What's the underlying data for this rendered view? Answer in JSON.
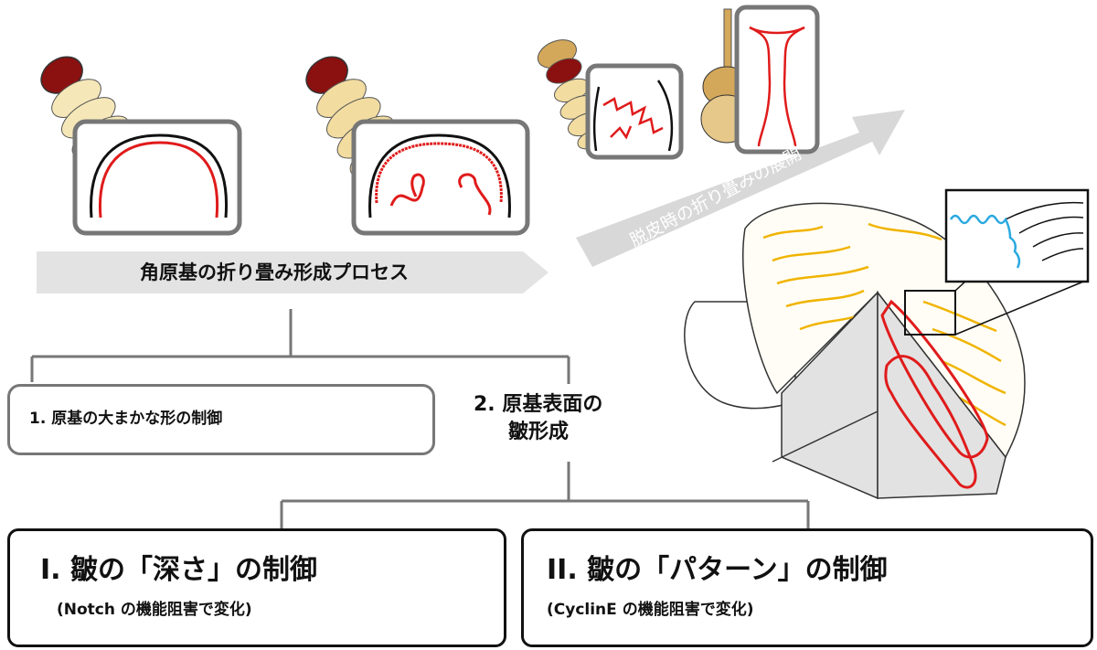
{
  "process_label": "角原基の折り畳み形成プロセス",
  "molt_label": "脱皮時の折り畳みの展開",
  "item1_label": "1.  原基の大まかな形の制御",
  "item2_line1": "2. 原基表面の",
  "item2_line2": "皺形成",
  "box_depth": {
    "title": "I. 皺の「深さ」の制御",
    "subtitle": "(Notch の機能阻害で変化)"
  },
  "box_pattern": {
    "title": "II. 皺の「パターン」の制御",
    "subtitle": "(CyclinE の機能阻害で変化)"
  },
  "colors": {
    "fold_red": "#e01b1b",
    "wrinkle_blue": "#2aa9e0",
    "wrinkle_orange": "#f0b400",
    "larva_cream": "#f5e7b8",
    "larva_head": "#8b1010",
    "frame_gray": "#777777"
  }
}
